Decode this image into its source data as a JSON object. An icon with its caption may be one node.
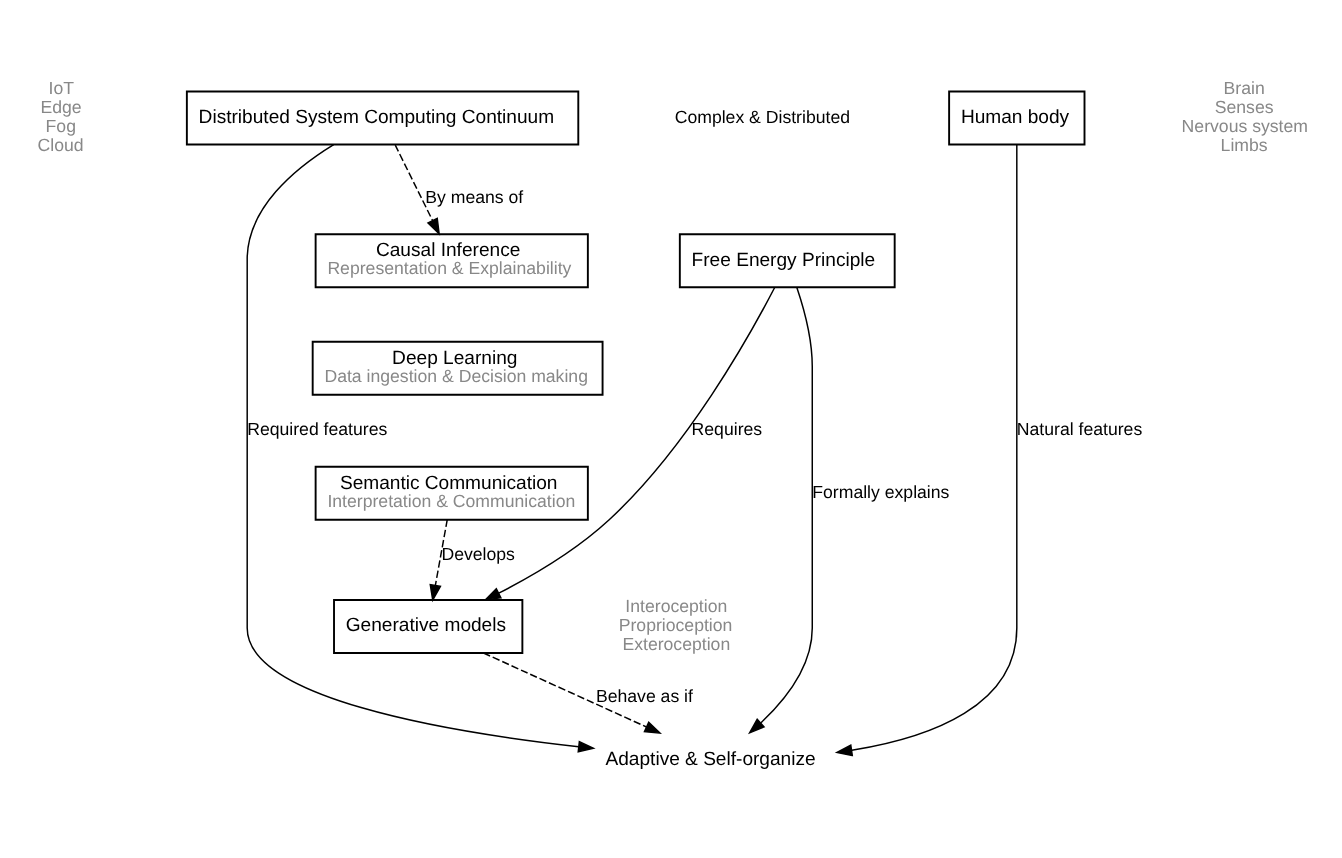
{
  "diagram": {
    "nodes": [
      {
        "text": [
          "Distributed System Computing Continuum"
        ],
        "beside": [
          "IoT",
          "Edge",
          "Fog",
          "Cloud"
        ]
      },
      {
        "text": [
          "Human body"
        ],
        "beside": [
          "Brain",
          "Senses",
          "Nervous system",
          "Limbs"
        ]
      },
      {
        "text": [
          "Adaptive & Self-organize"
        ]
      },
      {
        "text": [
          "Causal Inference",
          "Representation & Explainability"
        ]
      },
      {
        "text": [
          "Deep Learning",
          "Data ingestion & Decision making"
        ]
      },
      {
        "text": [
          "Semantic Communication",
          "Interpretation & Communication"
        ]
      },
      {
        "text": [
          "Free Energy Principle"
        ]
      },
      {
        "text": [
          "Generative models"
        ],
        "beside": [
          "Interoception",
          "Proprioception",
          "Exteroception"
        ]
      }
    ],
    "edges": [
      {
        "from": 0,
        "to": 2,
        "arrow": "to",
        "label": "Required features"
      },
      {
        "from": 1,
        "to": 2,
        "arrow": "to",
        "label": "Natural features"
      },
      {
        "from": 0,
        "to": 3,
        "arrow": "to",
        "style": "dashed",
        "label": "By means of"
      },
      {
        "from": 6,
        "to": 2,
        "arrow": "to",
        "label": "Formally explains"
      },
      {
        "from": 6,
        "to": 7,
        "arrow": "to",
        "label": "Requires"
      },
      {
        "from": 7,
        "to": 2,
        "arrow": "to",
        "style": "dashed",
        "label": "Behave as if"
      },
      {
        "from": 5,
        "to": 7,
        "arrow": "to",
        "style": "dashed",
        "label": "Develops"
      }
    ],
    "labels": [
      "Complex & Distributed"
    ]
  }
}
